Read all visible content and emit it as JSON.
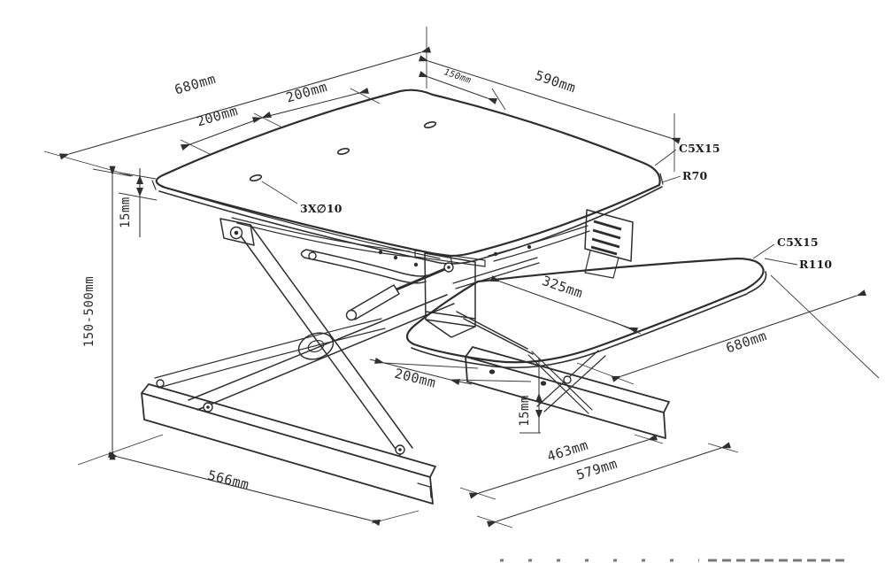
{
  "drawing": {
    "kind": "isometric technical drawing",
    "subject": "sit-stand desktop riser with keyboard tray, scissor lift and base rails"
  },
  "dimensions": {
    "desktop": {
      "width_total": "680mm",
      "hole_spacing_left": "200mm",
      "hole_spacing_right": "200mm",
      "edge_offset": "150mm",
      "depth": "590mm",
      "thickness": "15mm"
    },
    "height_range": "150-500mm",
    "tray": {
      "offset": "325mm",
      "length": "680mm"
    },
    "base": {
      "hole_spacing": "200mm",
      "rail_height": "15mm",
      "front_width": "566mm",
      "depth_inner": "463mm",
      "depth_outer": "579mm"
    }
  },
  "callouts": {
    "desktop_holes": "3X∅10",
    "desktop_chamfer": "C5X15",
    "desktop_corner_radius": "R70",
    "tray_chamfer": "C5X15",
    "tray_corner_radius": "R110"
  },
  "style": {
    "line_color": "#2e2e2e",
    "background": "#ffffff"
  },
  "footer": {
    "clipped_text": "illegible text row cut off at bottom edge"
  }
}
